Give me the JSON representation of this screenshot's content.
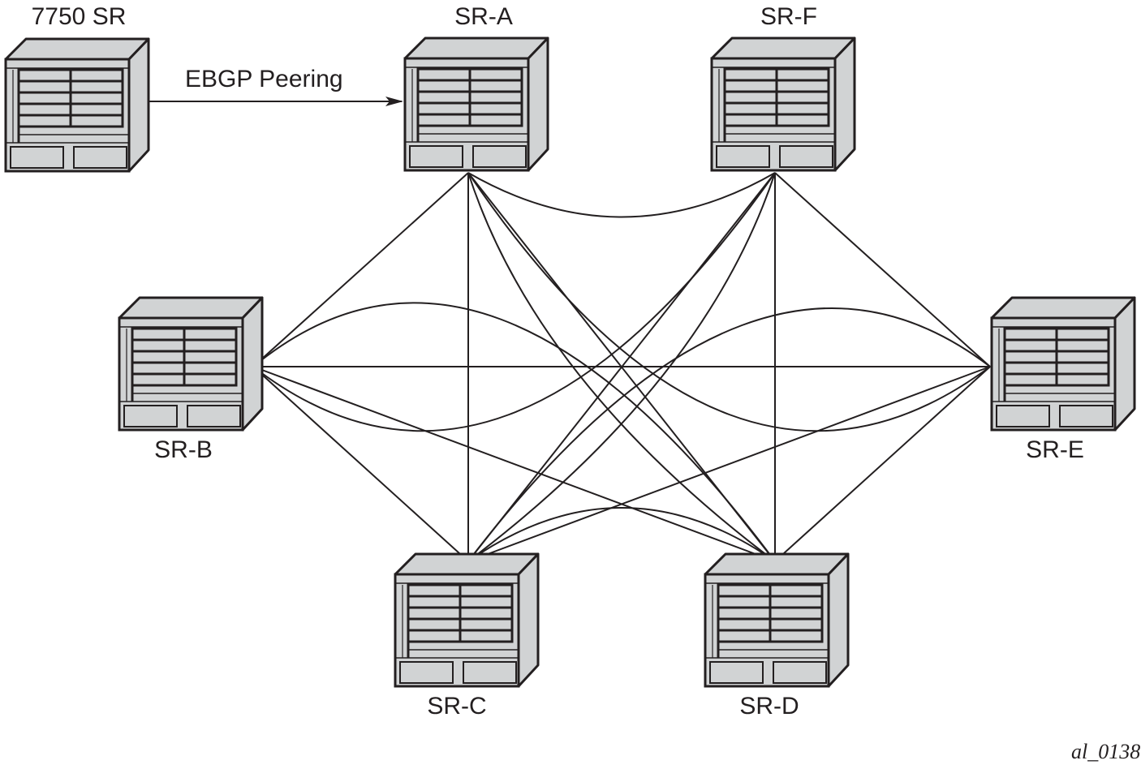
{
  "diagram": {
    "nodes": [
      {
        "id": "ext",
        "label": "7750 SR",
        "type": "router"
      },
      {
        "id": "A",
        "label": "SR-A",
        "type": "router"
      },
      {
        "id": "F",
        "label": "SR-F",
        "type": "router"
      },
      {
        "id": "B",
        "label": "SR-B",
        "type": "router"
      },
      {
        "id": "E",
        "label": "SR-E",
        "type": "router"
      },
      {
        "id": "C",
        "label": "SR-C",
        "type": "router"
      },
      {
        "id": "D",
        "label": "SR-D",
        "type": "router"
      }
    ],
    "edges": [
      {
        "from": "ext",
        "to": "A",
        "label": "EBGP Peering",
        "arrow": true
      },
      {
        "from": "A",
        "to": "F",
        "shape": "curve"
      },
      {
        "from": "A",
        "to": "B",
        "shape": "line"
      },
      {
        "from": "A",
        "to": "C",
        "shape": "line"
      },
      {
        "from": "A",
        "to": "D",
        "shape": "line"
      },
      {
        "from": "A",
        "to": "D",
        "shape": "curve"
      },
      {
        "from": "F",
        "to": "E",
        "shape": "line"
      },
      {
        "from": "F",
        "to": "D",
        "shape": "line"
      },
      {
        "from": "F",
        "to": "C",
        "shape": "line"
      },
      {
        "from": "F",
        "to": "C",
        "shape": "curve"
      },
      {
        "from": "B",
        "to": "E",
        "shape": "line"
      },
      {
        "from": "B",
        "to": "C",
        "shape": "line"
      },
      {
        "from": "B",
        "to": "D",
        "shape": "line"
      },
      {
        "from": "B",
        "to": "D",
        "shape": "curve-up"
      },
      {
        "from": "B",
        "to": "F",
        "shape": "curve-down"
      },
      {
        "from": "E",
        "to": "C",
        "shape": "curve-up"
      },
      {
        "from": "E",
        "to": "A",
        "shape": "curve-down"
      },
      {
        "from": "E",
        "to": "D",
        "shape": "line"
      },
      {
        "from": "E",
        "to": "C",
        "shape": "line"
      },
      {
        "from": "C",
        "to": "D",
        "shape": "curve"
      }
    ],
    "figure_id": "al_0138"
  }
}
